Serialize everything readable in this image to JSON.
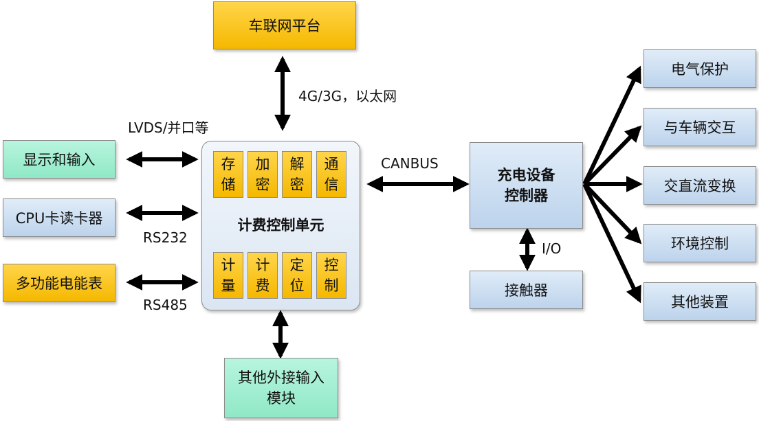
{
  "nodes": {
    "telematics": "车联网平台",
    "display": "显示和输入",
    "cpu_card": "CPU卡读卡器",
    "meter": "多功能电能表",
    "billing_unit": "计费控制单元",
    "other_input_line1": "其他外接输入",
    "other_input_line2": "模块",
    "charger_ctrl_line1": "充电设备",
    "charger_ctrl_line2": "控制器",
    "contactor": "接触器",
    "elec_protect": "电气保护",
    "vehicle_interact": "与车辆交互",
    "acdc": "交直流变换",
    "env_ctrl": "环境控制",
    "other_device": "其他装置"
  },
  "modules_top": [
    "存储",
    "加密",
    "解密",
    "通信"
  ],
  "modules_bottom": [
    "计量",
    "计费",
    "定位",
    "控制"
  ],
  "labels": {
    "comm_4g": "4G/3G，以太网",
    "lvds": "LVDS/并口等",
    "rs232": "RS232",
    "rs485": "RS485",
    "canbus": "CANBUS",
    "io": "I/O"
  },
  "colors": {
    "yellow": "#f5b800",
    "green": "#8fe8c6",
    "blue": "#bcd3ec",
    "arrow": "#000000"
  }
}
